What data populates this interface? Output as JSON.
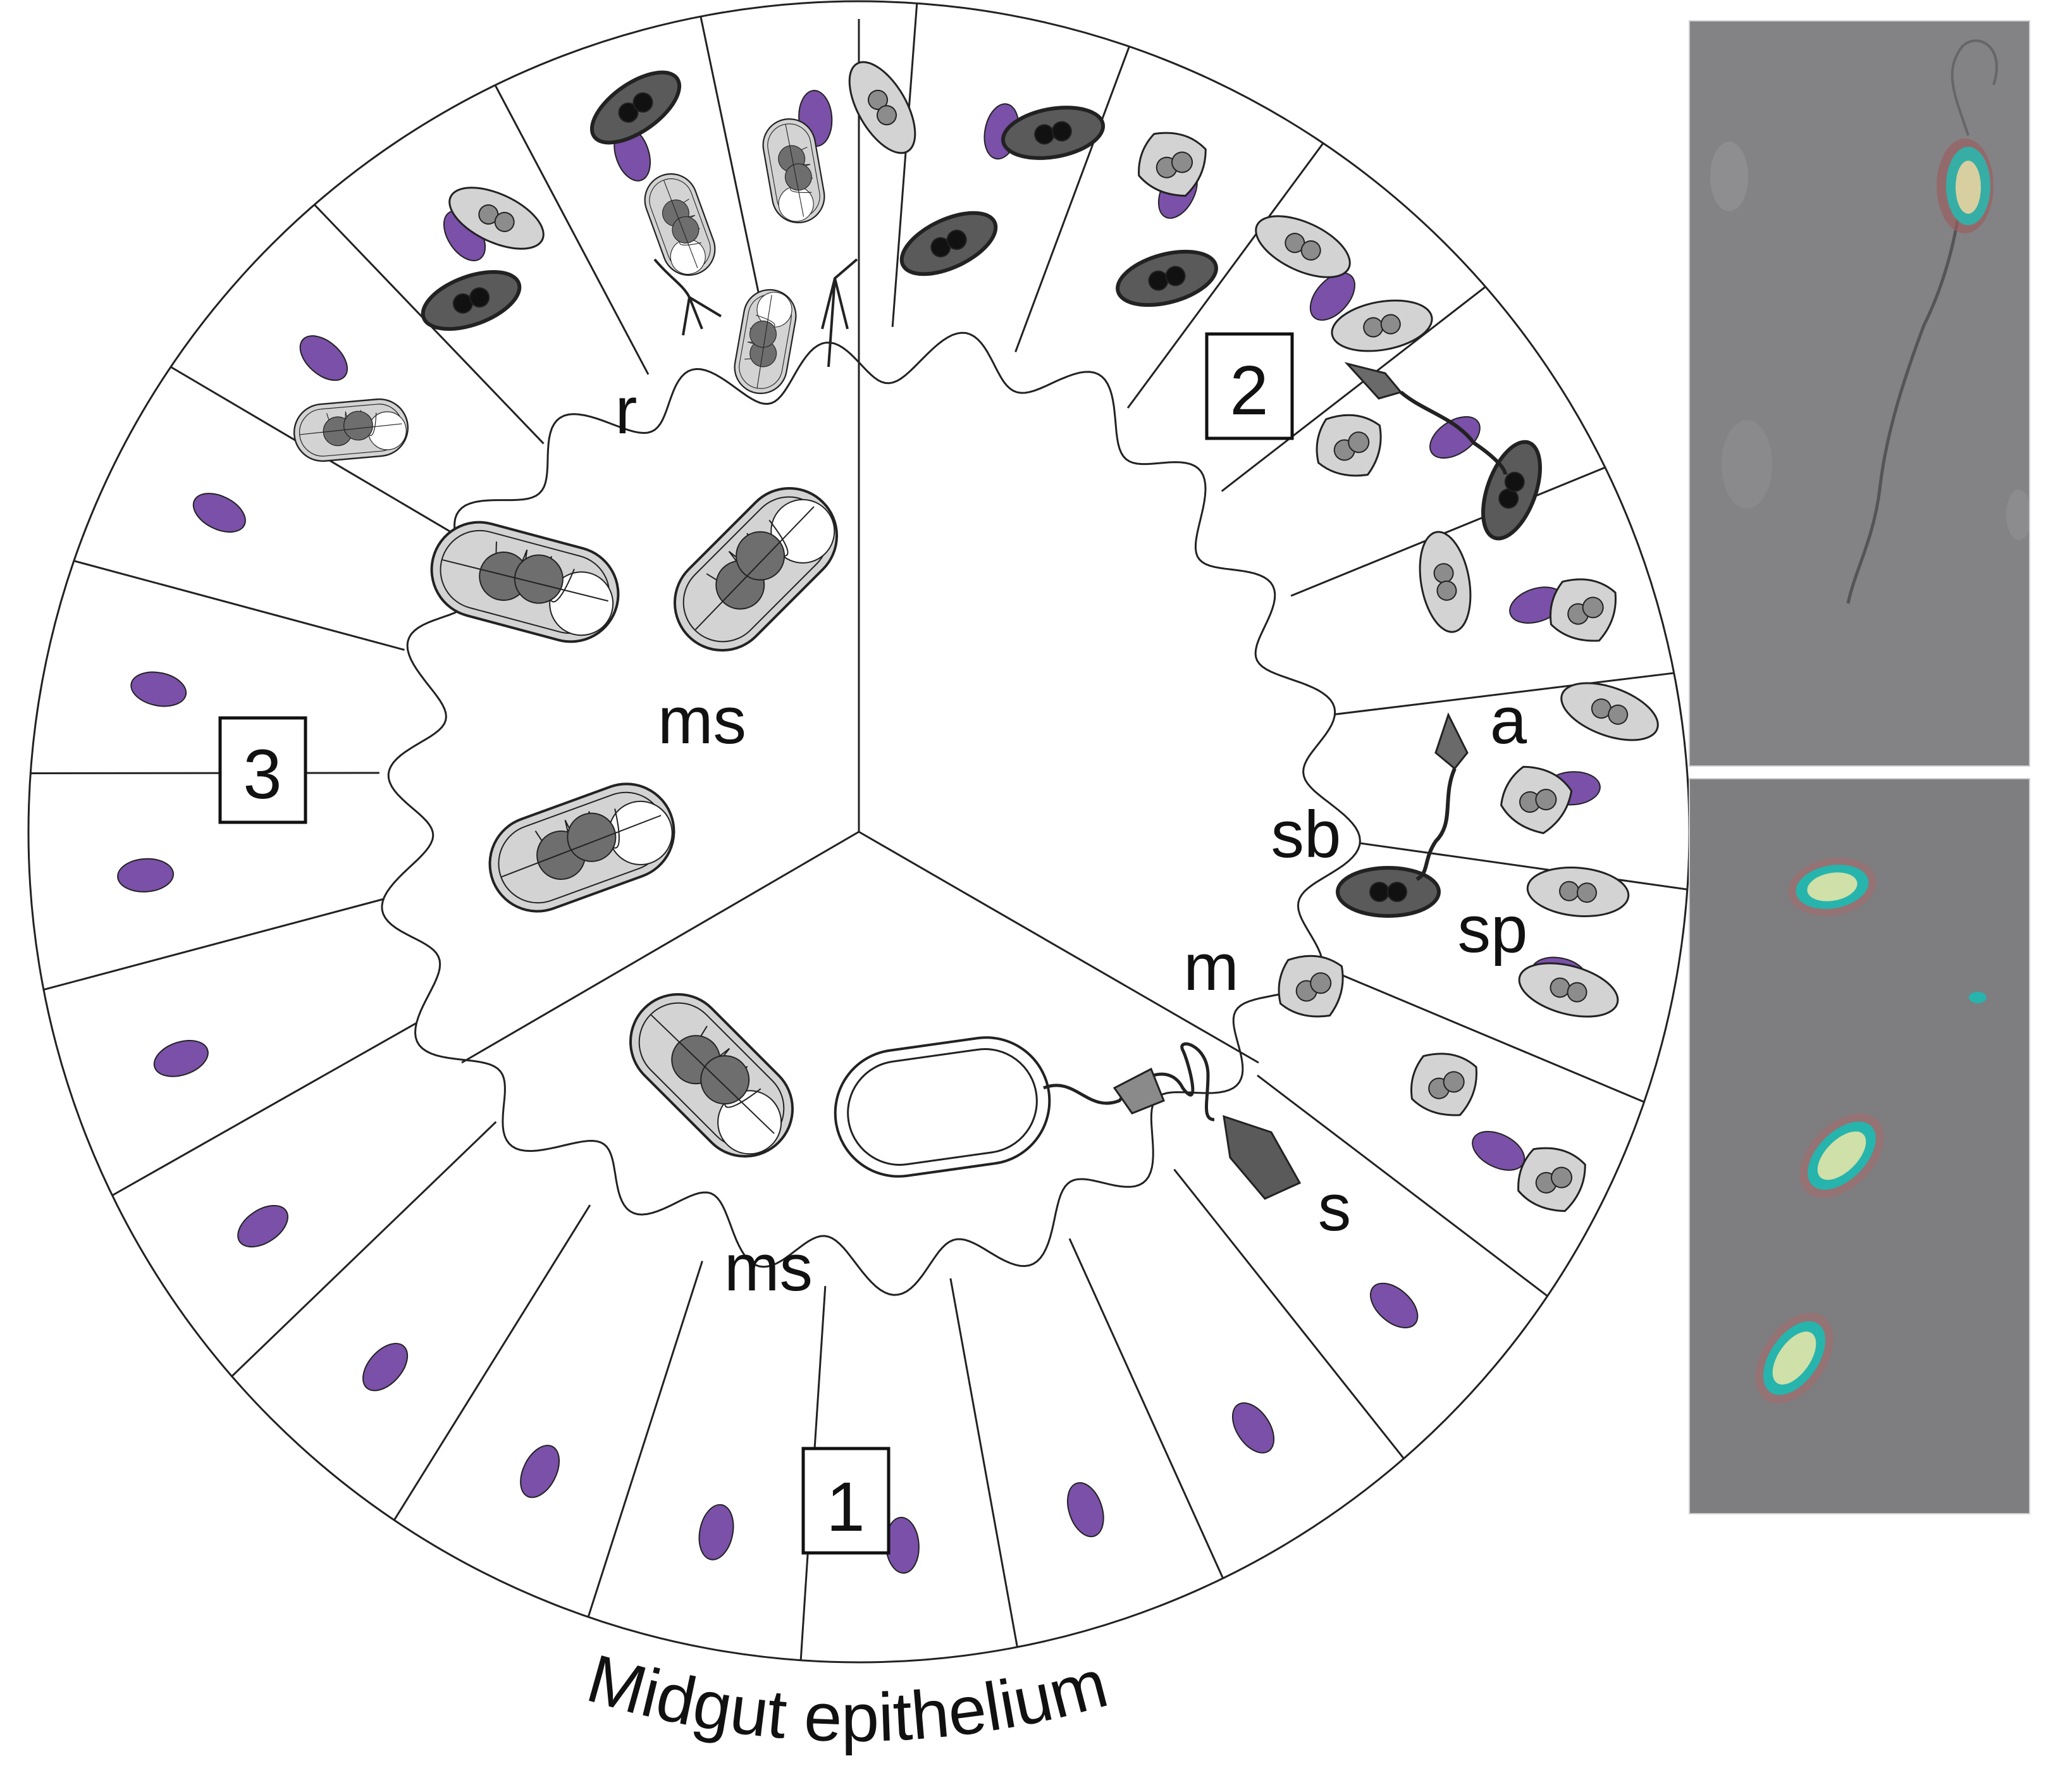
{
  "diagram": {
    "stage_labels": [
      "1",
      "2",
      "3"
    ],
    "region_labels": {
      "r": "r",
      "ms_upper": "ms",
      "ms_lower": "ms",
      "a": "a",
      "sb": "sb",
      "sp": "sp",
      "m": "m",
      "s": "s"
    },
    "caption": "Midgut epithelium",
    "colors": {
      "nucleus": "#7a50a8",
      "spore_dark": "#5a5a5a",
      "spore_light": "#d3d3d3",
      "nucleus_gray": "#8c8c8c",
      "outline": "#1a1a1a",
      "photo_bg": "#7d7d80"
    }
  },
  "micrographs": [
    {
      "name": "top-micrograph",
      "content": "single spore with polar filament"
    },
    {
      "name": "bottom-micrograph",
      "content": "mature spores"
    }
  ]
}
